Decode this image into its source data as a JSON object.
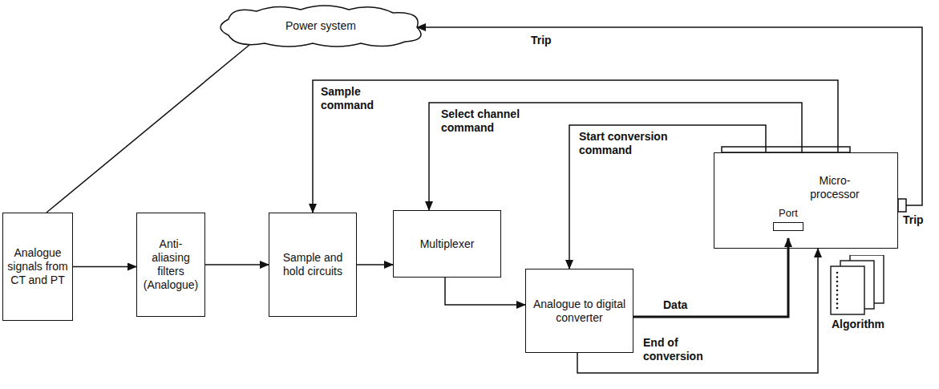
{
  "diagram": {
    "nodes": [
      {
        "text": [
          "Power system"
        ]
      },
      {
        "text": [
          "Analogue signals from CT and PT"
        ]
      },
      {
        "text": [
          "Anti-aliasing filters (Analogue)"
        ]
      },
      {
        "text": [
          "Sample and hold circuits"
        ]
      },
      {
        "text": [
          "Multiplexer"
        ]
      },
      {
        "text": [
          "Micro-processor"
        ]
      },
      {
        "text": [
          "Port"
        ],
        "in": 5
      },
      {
        "text": [
          "Analogue to digital converter"
        ]
      },
      {
        "text": [
          "Algorithm"
        ]
      }
    ],
    "edges": [
      {
        "from": 0,
        "to": 1,
        "arrow": "none"
      },
      {
        "from": 1,
        "to": 2,
        "arrow": "to"
      },
      {
        "from": 2,
        "to": 3,
        "arrow": "to"
      },
      {
        "from": 3,
        "to": 4,
        "arrow": "to"
      },
      {
        "from": 4,
        "to": 7,
        "arrow": "to"
      },
      {
        "from": 5,
        "to": 3,
        "label": "Sample command",
        "arrow": "to"
      },
      {
        "from": 5,
        "to": 4,
        "label": "Select channel command",
        "arrow": "to"
      },
      {
        "from": 5,
        "to": 7,
        "label": "Start conversion command",
        "arrow": "to"
      },
      {
        "from": 7,
        "to": 6,
        "label": "Data",
        "arrow": "to"
      },
      {
        "from": 7,
        "to": 5,
        "label": "End of conversion",
        "arrow": "to"
      },
      {
        "from": 5,
        "to": 0,
        "label": "Trip",
        "arrow": "to"
      }
    ],
    "labels": [
      "Trip"
    ]
  }
}
